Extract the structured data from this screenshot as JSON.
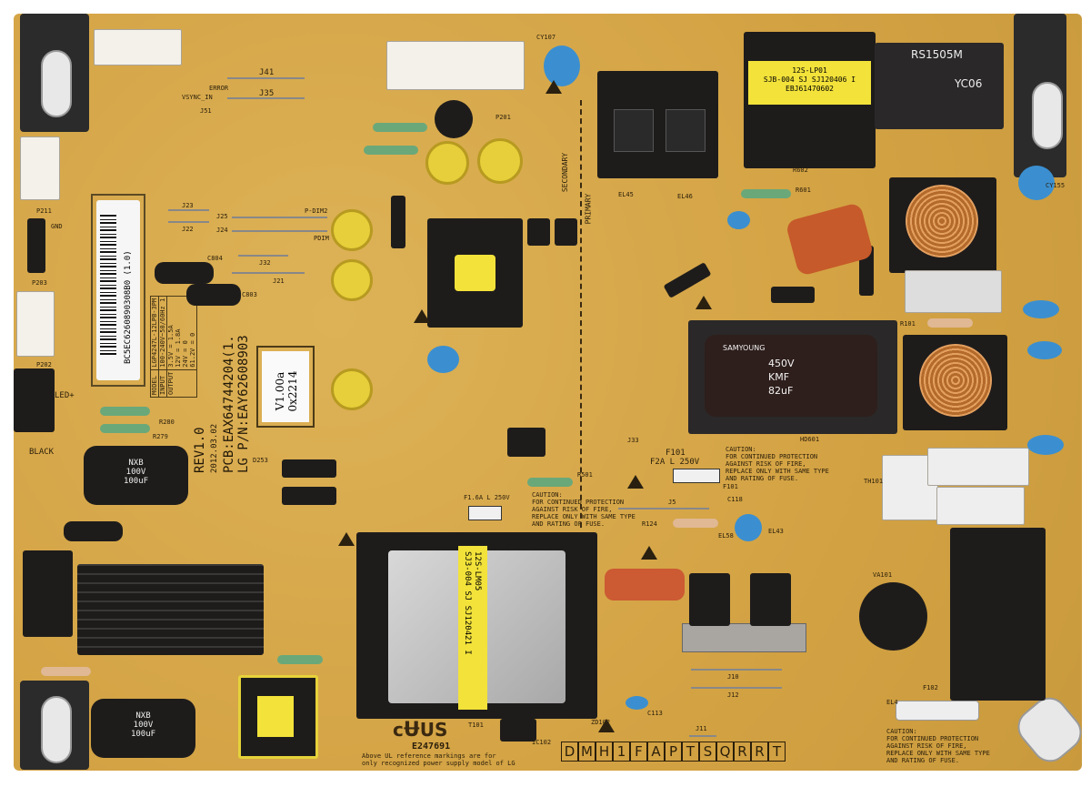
{
  "labels": {
    "barcode": "BC5EC6260890308B0 (1.0)",
    "version_sticker": [
      "V1.00a",
      "0x2214"
    ],
    "rev": "REV1.0",
    "date": "2012.03.02",
    "pcb": "PCB:EAX64744204(1.",
    "lg_pn": "LG P/N:EAY62608903",
    "model_table": {
      "model_label": "MODEL",
      "model": "LGP4247L-12LPB-3PM",
      "input_label": "INPUT",
      "input": "100-240V~50/60Hz 1",
      "output_label": "OUTPUT",
      "outputs": [
        "3.5V = 1.5A",
        "12V = 1.8A",
        "24V = 0",
        "61.2V = 0"
      ]
    },
    "top_transformer": [
      "12S-LP01",
      "SJB-004 SJ SJ120406 I",
      "EBJ61470602"
    ],
    "bridge": [
      "RS1505M",
      "YC06"
    ],
    "main_transformer": [
      "12S-LM05",
      "SJ3-004 SJ SJ120421 I"
    ],
    "main_cap": [
      "SAMYOUNG",
      "450V",
      "KMF",
      "82uF"
    ],
    "small_caps": [
      "NXB",
      "100V",
      "100uF"
    ],
    "fuse_f101": [
      "F101",
      "F2A L 250V"
    ],
    "fuse_f501": "F1.6A L 250V",
    "caution_title": "CAUTION:",
    "caution_text": [
      "FOR CONTINUED PROTECTION",
      "AGAINST RISK OF FIRE,",
      "REPLACE ONLY WITH SAME TYPE",
      "AND RATING OF FUSE."
    ],
    "ul_mark": "US",
    "ul_number": "E247691",
    "ul_note": [
      "Above UL reference markings are for",
      "only recognized power supply model of LG"
    ],
    "letters": [
      "D",
      "M",
      "H",
      "1",
      "F",
      "A",
      "P",
      "T",
      "S",
      "Q",
      "R",
      "R",
      "T"
    ],
    "secondary": "SECONDARY",
    "primary": "PRIMARY",
    "refs": [
      "P201",
      "J41",
      "J35",
      "J51",
      "VSYNC_IN",
      "ERROR",
      "P-DIM2",
      "PDIM",
      "J23",
      "J22",
      "J25",
      "J24",
      "J32",
      "J21",
      "C804",
      "C803",
      "R280",
      "R279",
      "D253",
      "P211",
      "P203",
      "P202",
      "GND",
      "LED+",
      "BLACK",
      "T101",
      "IC102",
      "ZD102",
      "J10",
      "J12",
      "J11",
      "R124",
      "C118",
      "C113",
      "EL43",
      "EL58",
      "F101",
      "R501",
      "J5",
      "J33",
      "HD601",
      "R602",
      "R601",
      "CY107",
      "EL45",
      "EL46",
      "CY155",
      "R101",
      "TH101",
      "VA101",
      "F102",
      "EL4"
    ]
  },
  "colors": {
    "board": "#d6a84a",
    "component_black": "#1e1c1b",
    "transformer_yellow": "#f2e23a",
    "cap_blue": "#3b8fd0"
  }
}
